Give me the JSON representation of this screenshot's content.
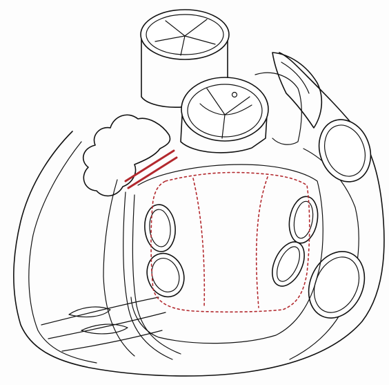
{
  "figure": {
    "kind": "line-drawing",
    "subject": "heart-posterior-superior-view",
    "labels": []
  },
  "colors": {
    "line": "#111111",
    "background": "#fdfdfd",
    "accent_red": "#b2282d"
  },
  "icons": {
    "ligation_marks": "double-red-bar",
    "dashed_region": "dashed-red-outline"
  }
}
